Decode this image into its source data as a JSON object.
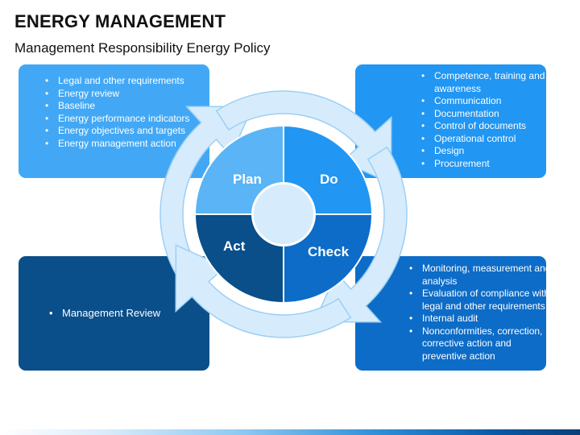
{
  "header": {
    "title": "ENERGY MANAGEMENT",
    "subtitle": "Management Responsibility Energy Policy"
  },
  "cycle": {
    "plan": "Plan",
    "do": "Do",
    "check": "Check",
    "act": "Act"
  },
  "boxes": {
    "plan": {
      "color": "#42a8f5",
      "items": [
        "Legal and other requirements",
        "Energy review",
        "Baseline",
        "Energy performance indicators",
        "Energy objectives and targets",
        "Energy management action"
      ]
    },
    "do": {
      "color": "#2196f3",
      "items": [
        "Competence, training and awareness",
        "Communication",
        "Documentation",
        "Control of documents",
        "Operational control",
        "Design",
        "Procurement"
      ]
    },
    "check": {
      "color": "#0d6cc7",
      "items": [
        "Monitoring, measurement and analysis",
        "Evaluation of compliance with legal and other requirements",
        "Internal audit",
        "Nonconformities, correction, corrective action and preventive action"
      ]
    },
    "act": {
      "color": "#0a4e8a",
      "items": [
        "Management Review"
      ]
    }
  },
  "colors": {
    "arrow_fill": "#d6ecfc",
    "arrow_stroke": "#9ccff5",
    "plan": "#5ab4f5",
    "do": "#2196f3",
    "check": "#0d6cc7",
    "act": "#0a4e8a"
  }
}
